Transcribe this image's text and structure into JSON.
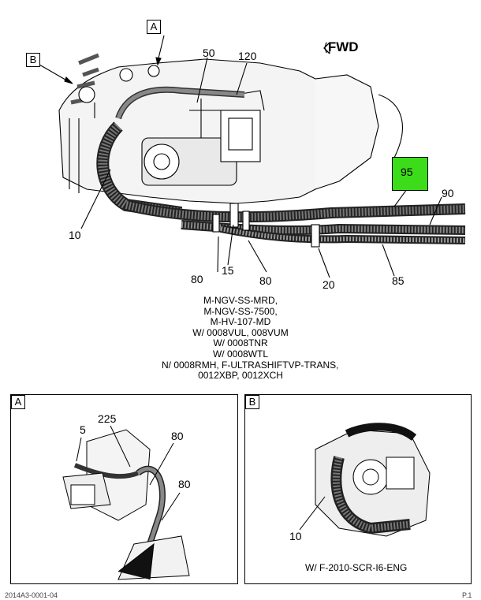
{
  "main": {
    "callouts": {
      "c10": "10",
      "c15": "15",
      "c20": "20",
      "c50": "50",
      "c80a": "80",
      "c80b": "80",
      "c85": "85",
      "c90": "90",
      "c95": "95",
      "c120": "120"
    },
    "view_labels": {
      "a": "A",
      "b": "B"
    },
    "direction": "FWD",
    "highlight_color": "#3ddc1a",
    "notes": [
      "M-NGV-SS-MRD,",
      "M-NGV-SS-7500,",
      "M-HV-107-MD",
      "W/ 0008VUL, 008VUM",
      "W/ 0008TNR",
      "W/ 0008WTL",
      "N/ 0008RMH, F-ULTRASHIFTVP-TRANS,",
      "0012XBP, 0012XCH"
    ]
  },
  "detail_a": {
    "label": "A",
    "callouts": {
      "c5": "5",
      "c225": "225",
      "c80a": "80",
      "c80b": "80"
    }
  },
  "detail_b": {
    "label": "B",
    "callouts": {
      "c10": "10"
    },
    "caption": "W/ F-2010-SCR-I6-ENG"
  },
  "footer": {
    "left": "2014A3-0001-04",
    "right": "P.1"
  }
}
